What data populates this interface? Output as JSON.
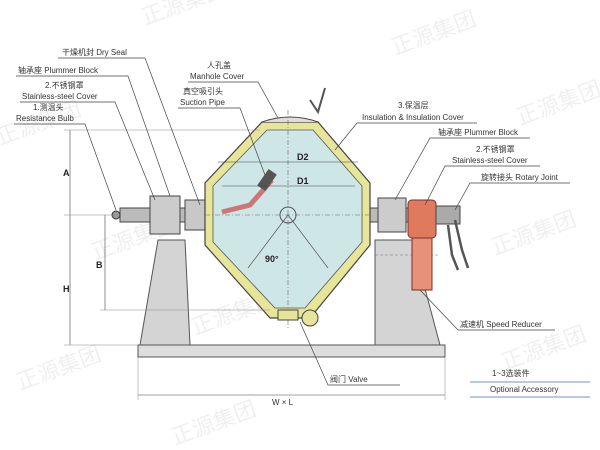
{
  "watermark": "正源集团",
  "labels": {
    "dry_seal": "干燥机封 Dry Seal",
    "plummer_left": "轴承座 Plummer Block",
    "ss_cover_left_cn": "2.不锈钢罩",
    "ss_cover_left_en": "Stainless-steel Cover",
    "bulb_cn": "1.测温头",
    "bulb_en": "Resistance Bulb",
    "manhole_cn": "人孔盖",
    "manhole_en": "Manhole Cover",
    "suction_cn": "真空吸引头",
    "suction_en": "Suction Pipe",
    "insulation_cn": "3.保温层",
    "insulation_en": "Insulation & Insulation Cover",
    "plummer_right": "轴承座 Plummer Block",
    "ss_cover_right_cn": "2.不锈钢罩",
    "ss_cover_right_en": "Stainless-steel Cover",
    "rotary_joint": "旋转接头 Rotary Joint",
    "speed_reducer": "减速机 Speed Reducer",
    "valve": "阀门 Valve",
    "optional_cn": "1~3选装件",
    "optional_en": "Optional Accessory"
  },
  "dimensions": {
    "d2": "D2",
    "d1": "D1",
    "angle": "90°",
    "a": "A",
    "b": "B",
    "h": "H",
    "wl": "W × L"
  },
  "colors": {
    "vessel": "#cfe6e6",
    "jacket": "#e6e59a",
    "stand": "#d4d4d4",
    "reducer": "#e07a5f"
  }
}
